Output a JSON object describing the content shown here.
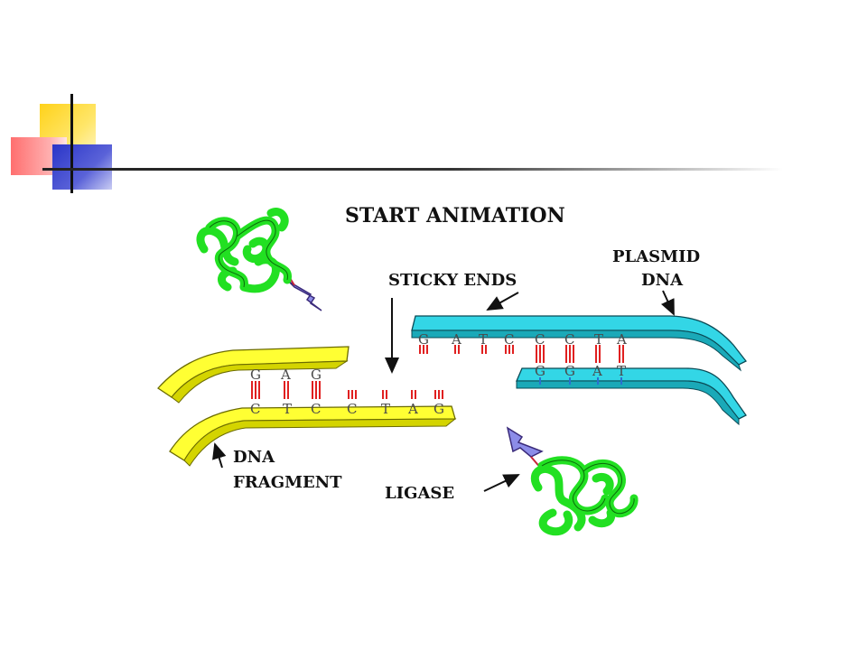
{
  "diagram": {
    "title": "START ANIMATION",
    "labels": {
      "sticky_ends": "STICKY ENDS",
      "plasmid_line1": "PLASMID",
      "plasmid_line2": "DNA",
      "fragment_line1": "DNA",
      "fragment_line2": "FRAGMENT",
      "ligase": "LIGASE"
    },
    "plasmid_top_bases": [
      "G",
      "A",
      "T",
      "C",
      "C",
      "C",
      "T",
      "A"
    ],
    "plasmid_bottom_bases": [
      "G",
      "G",
      "A",
      "T"
    ],
    "fragment_top_bases": [
      "G",
      "A",
      "G"
    ],
    "fragment_bottom_bases": [
      "C",
      "T",
      "C",
      "C",
      "T",
      "A",
      "G"
    ],
    "colors": {
      "fragment": "#ffff33",
      "plasmid": "#33d6e6",
      "ligase": "#22e022",
      "bond": "#e02020",
      "cut_marker": "#8c8ce8"
    }
  }
}
